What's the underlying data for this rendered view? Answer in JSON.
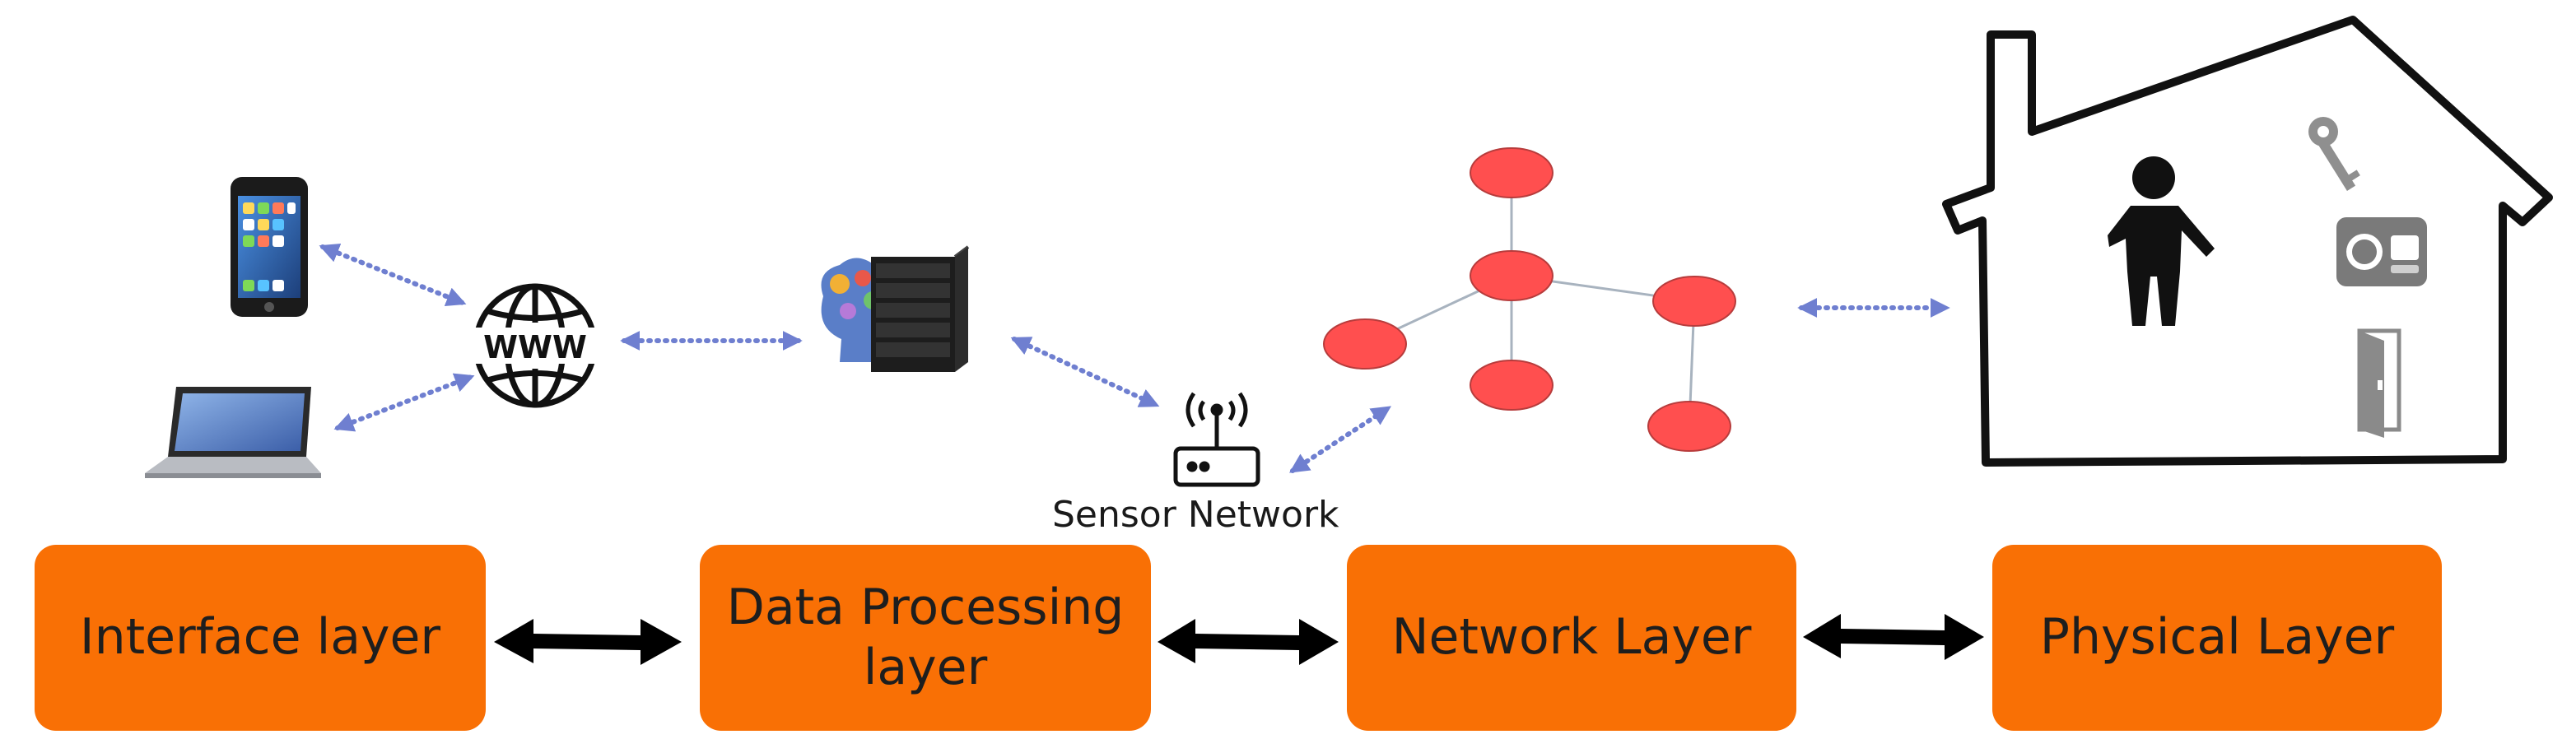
{
  "diagram": {
    "sensor_network_label": "Sensor Network",
    "globe_text": "WWW",
    "layers": [
      {
        "id": "interface",
        "label": "Interface layer"
      },
      {
        "id": "data-processing",
        "label": "Data Processing\nlayer"
      },
      {
        "id": "network",
        "label": "Network Layer"
      },
      {
        "id": "physical",
        "label": "Physical Layer"
      }
    ],
    "icons": [
      "smartphone-icon",
      "laptop-icon",
      "www-globe-icon",
      "brain-server-icon",
      "wifi-router-icon",
      "person-icon",
      "key-icon",
      "thermostat-icon",
      "door-icon",
      "house-icon"
    ],
    "colors": {
      "layer_box": "#f97005",
      "network_node": "#ff4f4f",
      "dotted_arrow": "#6f7fd0",
      "solid_arrow": "#000000"
    }
  }
}
